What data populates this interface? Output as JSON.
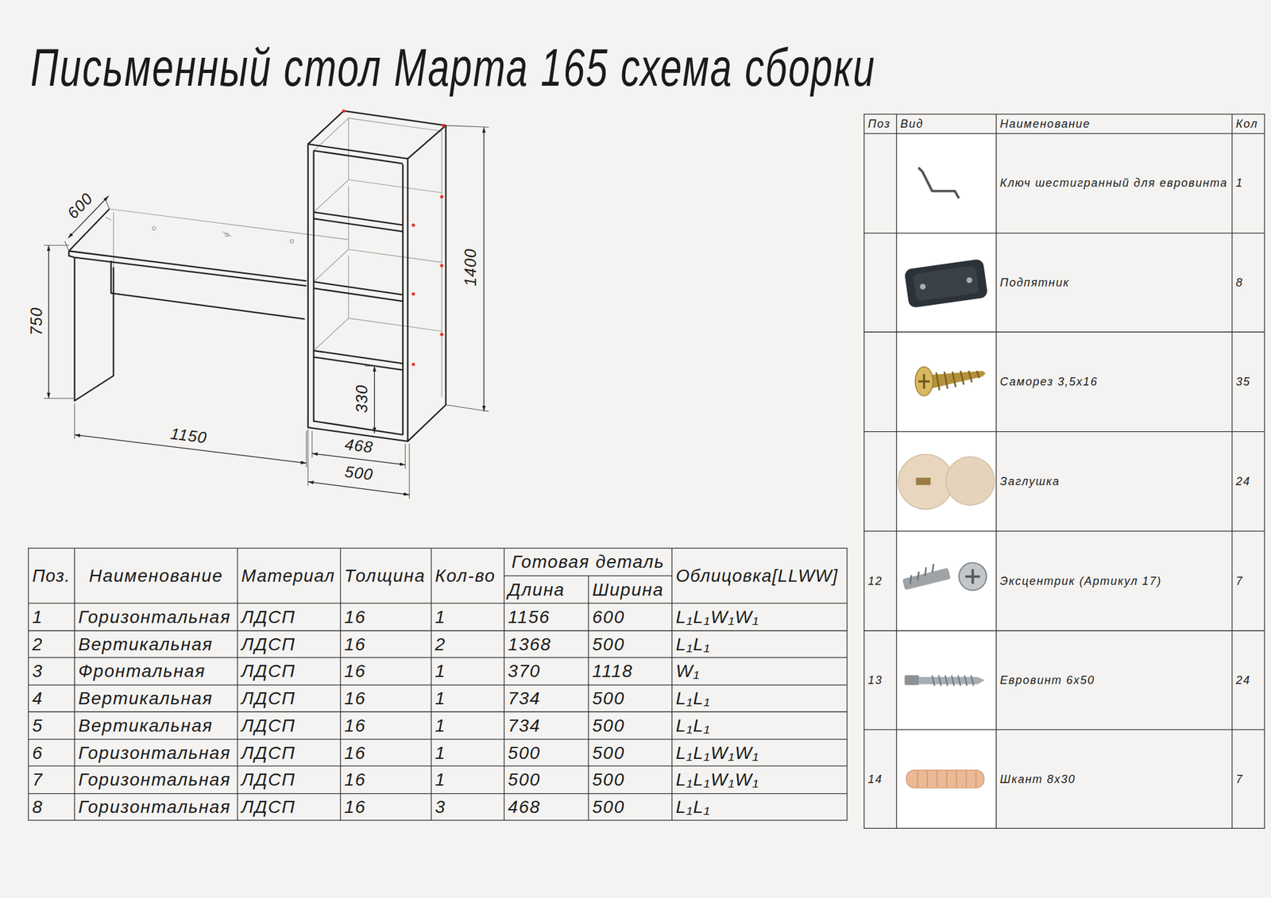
{
  "diagram": {
    "title": "Письменный стол Марта 165 схема сборки",
    "labels": [
      "600",
      "750",
      "1150",
      "1400",
      "330",
      "468",
      "500",
      "Поз.",
      "Наименование",
      "Материал",
      "Толщина",
      "Кол-во",
      "Готовая деталь",
      "Длина",
      "Ширина",
      "Облицовка[LLWW]",
      "1",
      "Горизонтальная",
      "ЛДСП",
      "16",
      "1",
      "1156",
      "600",
      "L₁L₁W₁W₁",
      "2",
      "Вертикальная",
      "ЛДСП",
      "16",
      "2",
      "1368",
      "500",
      "L₁L₁",
      "3",
      "Фронтальная",
      "ЛДСП",
      "16",
      "1",
      "370",
      "1118",
      "W₁",
      "4",
      "Вертикальная",
      "ЛДСП",
      "16",
      "1",
      "734",
      "500",
      "L₁L₁",
      "5",
      "Вертикальная",
      "ЛДСП",
      "16",
      "1",
      "734",
      "500",
      "L₁L₁",
      "6",
      "Горизонтальная",
      "ЛДСП",
      "16",
      "1",
      "500",
      "500",
      "L₁L₁W₁W₁",
      "7",
      "Горизонтальная",
      "ЛДСП",
      "16",
      "1",
      "500",
      "500",
      "L₁L₁W₁W₁",
      "8",
      "Горизонтальная",
      "ЛДСП",
      "16",
      "3",
      "468",
      "500",
      "L₁L₁",
      "Поз",
      "Вид",
      "Наименование",
      "Кол",
      "Ключ шестигранный для евровинта",
      "1",
      "Подпятник",
      "8",
      "Саморез 3,5х16",
      "35",
      "Заглушка",
      "24",
      "12",
      "Эксцентрик (Артикул 17)",
      "7",
      "13",
      "Евровинт 6х50",
      "24",
      "14",
      "Шкант 8х30",
      "7"
    ]
  }
}
